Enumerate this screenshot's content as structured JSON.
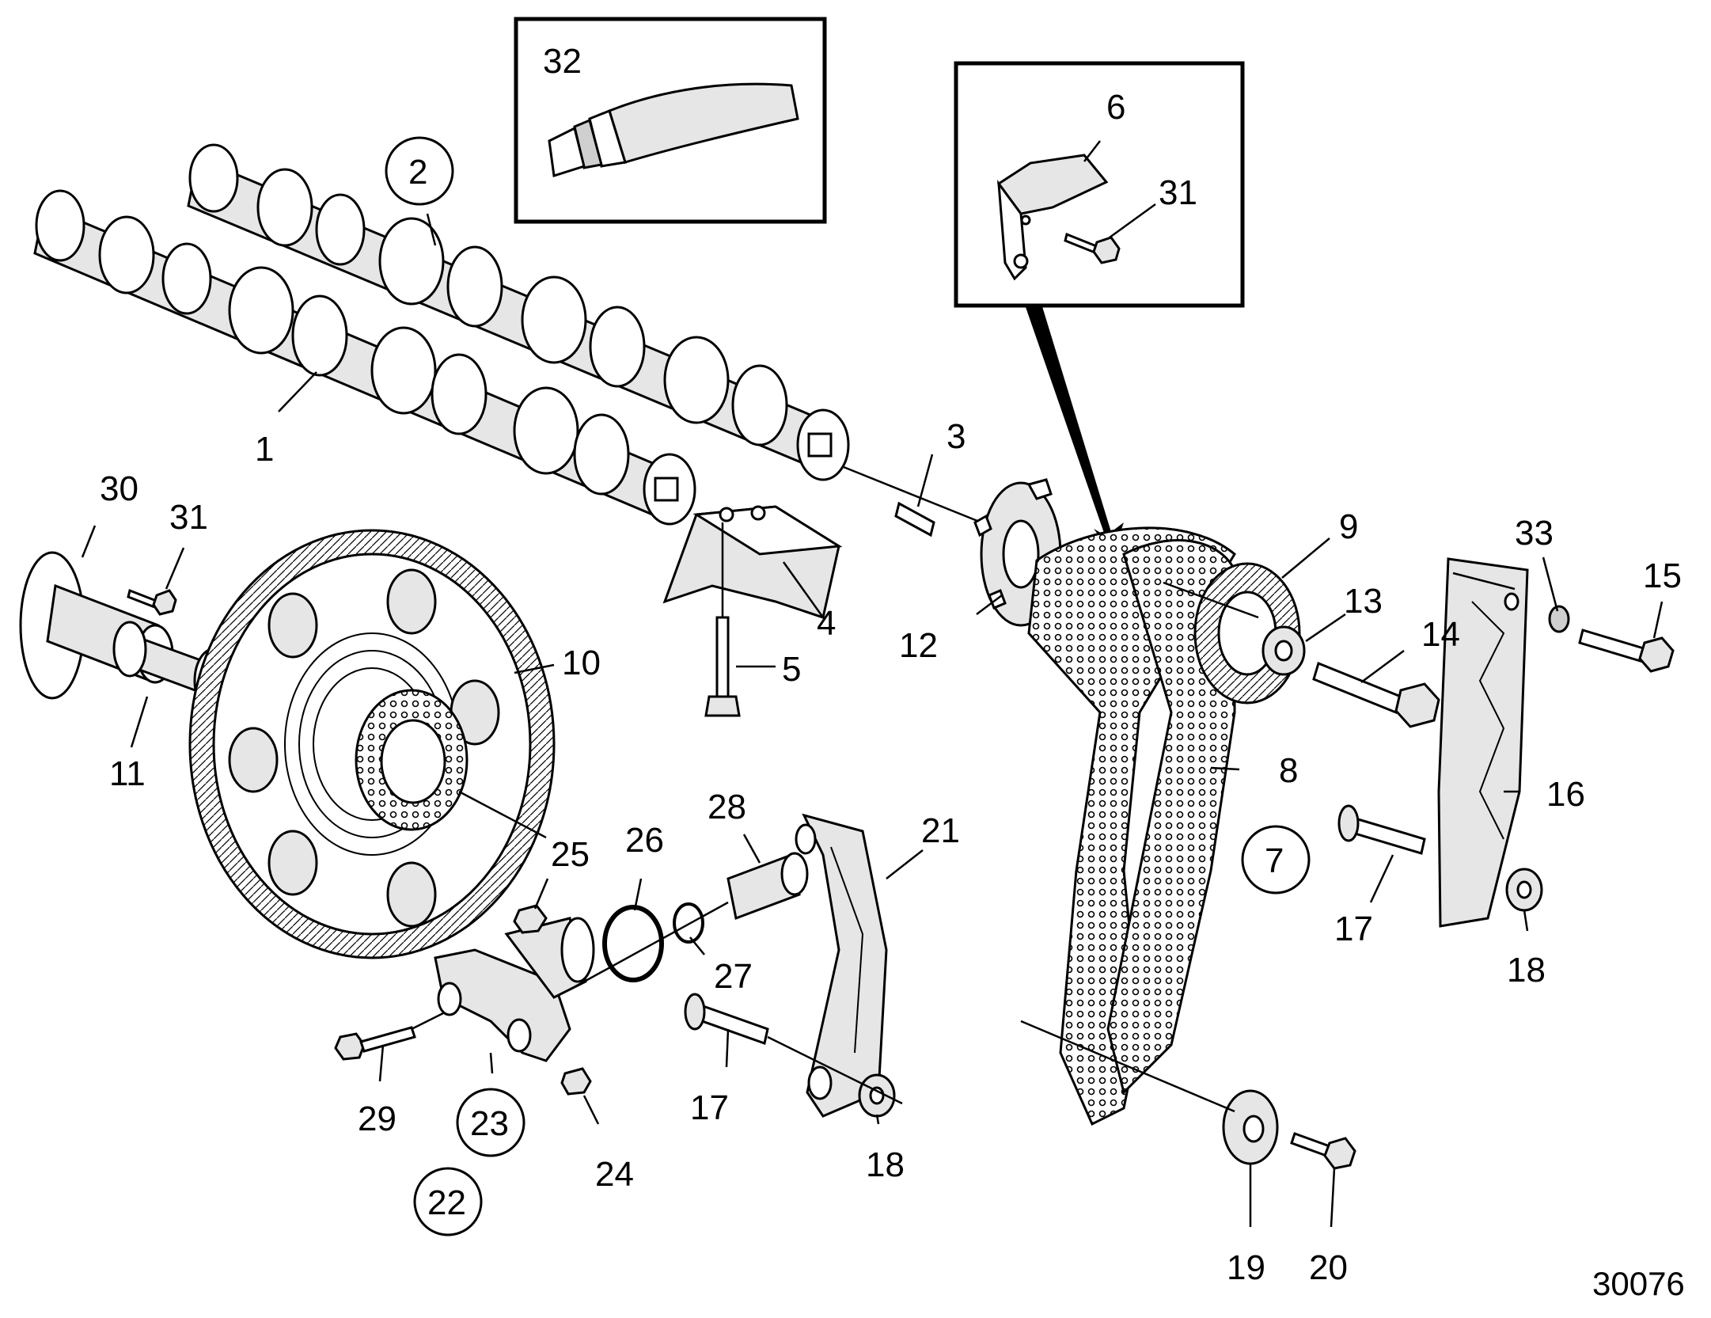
{
  "figure_code": "30076",
  "labels": {
    "l1": "1",
    "l2": "2",
    "l3": "3",
    "l4": "4",
    "l5": "5",
    "l6": "6",
    "l7": "7",
    "l8": "8",
    "l9": "9",
    "l10": "10",
    "l11": "11",
    "l12": "12",
    "l13": "13",
    "l14": "14",
    "l15": "15",
    "l16": "16",
    "l17a": "17",
    "l17b": "17",
    "l18a": "18",
    "l18b": "18",
    "l19": "19",
    "l20": "20",
    "l21": "21",
    "l22": "22",
    "l23": "23",
    "l24": "24",
    "l25": "25",
    "l26": "26",
    "l27": "27",
    "l28": "28",
    "l29": "29",
    "l30": "30",
    "l31a": "31",
    "l31b": "31",
    "l32": "32",
    "l33": "33"
  }
}
